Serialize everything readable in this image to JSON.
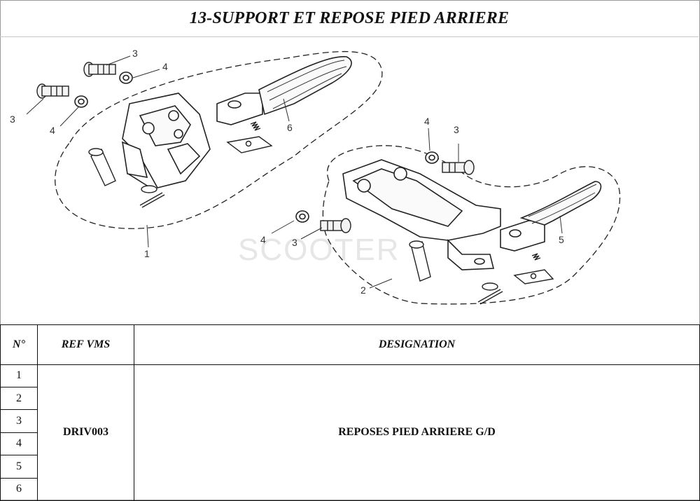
{
  "title": "13-SUPPORT ET REPOSE PIED ARRIERE",
  "diagram": {
    "watermark": "SCOOTER",
    "callouts": {
      "left_bolt_upper": "3",
      "left_washer_upper": "4",
      "left_bolt_lower": "3",
      "left_washer_lower": "4",
      "left_peg": "6",
      "left_bracket": "1",
      "right_washer_upper": "4",
      "right_bolt_upper": "3",
      "right_washer_lower": "4",
      "right_bolt_lower": "3",
      "right_peg": "5",
      "right_bracket": "2"
    }
  },
  "table": {
    "headers": {
      "num": "N°",
      "ref": "REF VMS",
      "designation": "DESIGNATION"
    },
    "numbers": [
      "1",
      "2",
      "3",
      "4",
      "5",
      "6"
    ],
    "ref": "DRIV003",
    "designation": "REPOSES PIED ARRIERE  G/D"
  }
}
